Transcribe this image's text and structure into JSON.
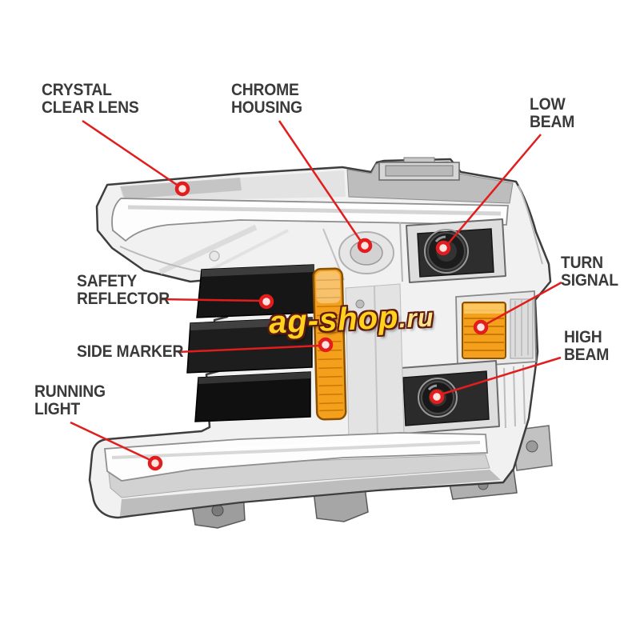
{
  "watermark": {
    "main": "ag-shop",
    "suffix": ".ru"
  },
  "callouts": [
    {
      "id": "crystal-clear-lens",
      "label": "CRYSTAL\nCLEAR LENS"
    },
    {
      "id": "chrome-housing",
      "label": "CHROME\nHOUSING"
    },
    {
      "id": "low-beam",
      "label": "LOW\nBEAM"
    },
    {
      "id": "safety-reflector",
      "label": "SAFETY\nREFLECTOR"
    },
    {
      "id": "turn-signal",
      "label": "TURN\nSIGNAL"
    },
    {
      "id": "side-marker",
      "label": "SIDE MARKER"
    },
    {
      "id": "high-beam",
      "label": "HIGH\nBEAM"
    },
    {
      "id": "running-light",
      "label": "RUNNING\nLIGHT"
    }
  ],
  "colors": {
    "leader_line": "#e11d1d",
    "callout_dot": "#e11d1d",
    "label_text": "#3a3a3a",
    "amber_lens": "#f4a01d",
    "chrome_body": "#f1f1f1",
    "housing_dark": "#1a1a1a",
    "watermark_fill": "#ffd21e",
    "watermark_outline": "#5f1a10",
    "background": "#ffffff"
  }
}
